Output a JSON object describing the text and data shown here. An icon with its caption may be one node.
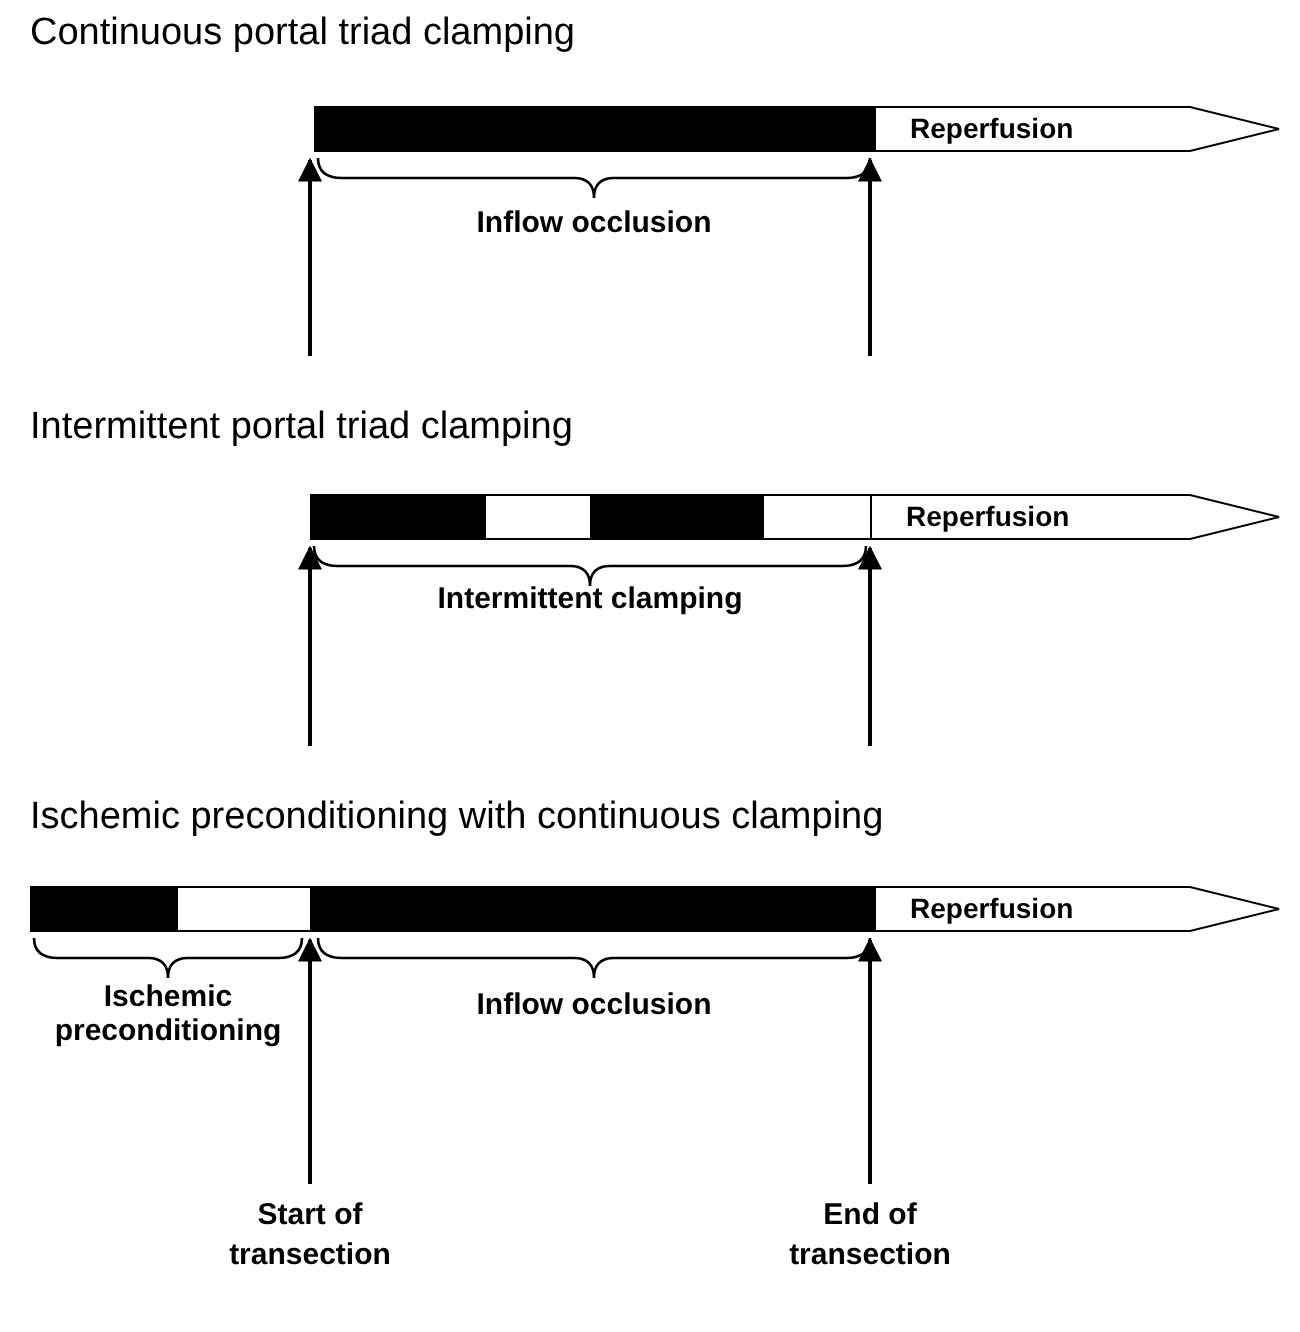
{
  "diagram": {
    "nodes": [
      {
        "text": [],
        "shape": "bar"
      },
      {
        "text": [
          "Reperfusion"
        ]
      },
      {
        "text": [],
        "shape": "bar"
      },
      {
        "text": [
          "Reperfusion"
        ]
      },
      {
        "text": [],
        "shape": "bar"
      },
      {
        "text": [
          "Reperfusion"
        ]
      },
      {
        "text": [
          "Start of transection"
        ]
      },
      {
        "text": [
          "End of transection"
        ]
      }
    ],
    "edges": [
      {
        "from": null,
        "to": 0,
        "arrow": "to"
      },
      {
        "from": null,
        "to": 0,
        "arrow": "to"
      },
      {
        "from": null,
        "to": 2,
        "arrow": "to"
      },
      {
        "from": null,
        "to": 2,
        "arrow": "to"
      },
      {
        "from": 6,
        "to": 4,
        "arrow": "to"
      },
      {
        "from": 7,
        "to": 4,
        "arrow": "to"
      }
    ],
    "labels": [
      "Continuous portal triad clamping",
      "Inflow occlusion",
      "Intermittent portal triad clamping",
      "Intermittent clamping",
      "Ischemic preconditioning with continuous clamping",
      "Ischemic preconditioning",
      "Inflow occlusion"
    ]
  }
}
